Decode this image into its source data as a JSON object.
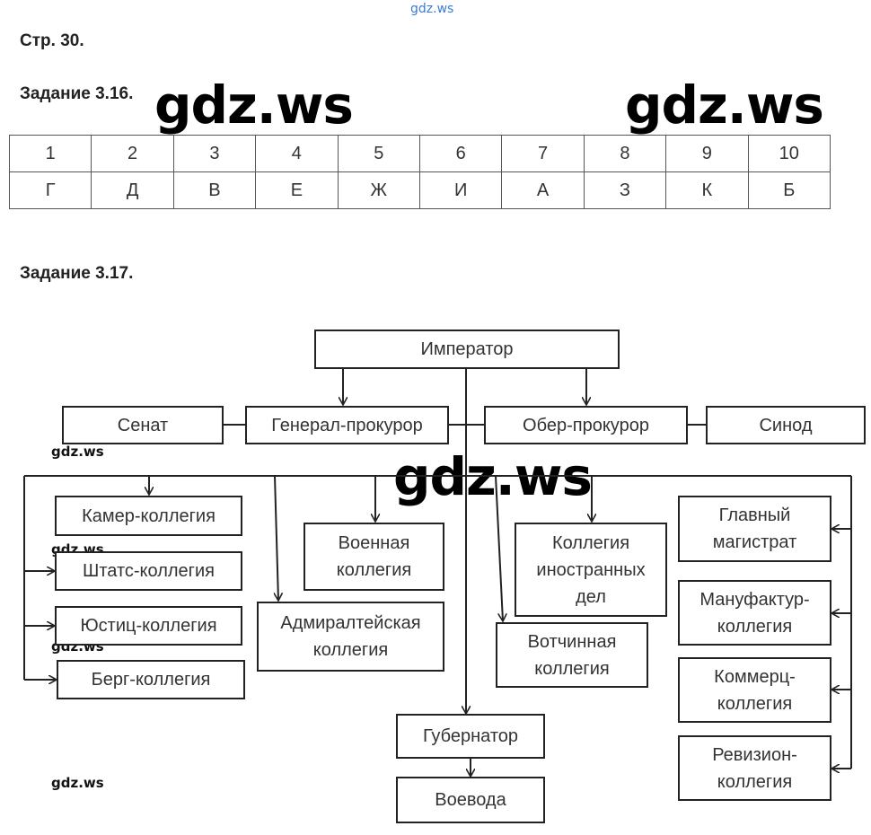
{
  "watermark": {
    "site": "gdz.ws"
  },
  "page_label": "Стр. 30.",
  "task_316": {
    "title": "Задание 3.16.",
    "numbers": [
      "1",
      "2",
      "3",
      "4",
      "5",
      "6",
      "7",
      "8",
      "9",
      "10"
    ],
    "letters": [
      "Г",
      "Д",
      "В",
      "Е",
      "Ж",
      "И",
      "А",
      "З",
      "К",
      "Б"
    ]
  },
  "task_317": {
    "title": "Задание 3.17.",
    "nodes": {
      "emperor": "Император",
      "senate": "Сенат",
      "general_prosecutor": "Генерал-прокурор",
      "ober_prosecutor": "Обер-прокурор",
      "synod": "Синод",
      "kamer": "Камер-коллегия",
      "shtats": "Штатс-коллегия",
      "justits": "Юстиц-коллегия",
      "berg": "Берг-коллегия",
      "voennaya": "Военная коллегия",
      "admiralteyskaya": "Адмиралтейская коллегия",
      "inostrannyh": "Коллегия иностранных дел",
      "votchinnaya": "Вотчинная коллегия",
      "magistrat": "Главный магистрат",
      "manufaktur": "Мануфактур-коллегия",
      "kommerts": "Коммерц-коллегия",
      "revizion": "Ревизион-коллегия",
      "gubernator": "Губернатор",
      "voevoda": "Воевода"
    }
  }
}
